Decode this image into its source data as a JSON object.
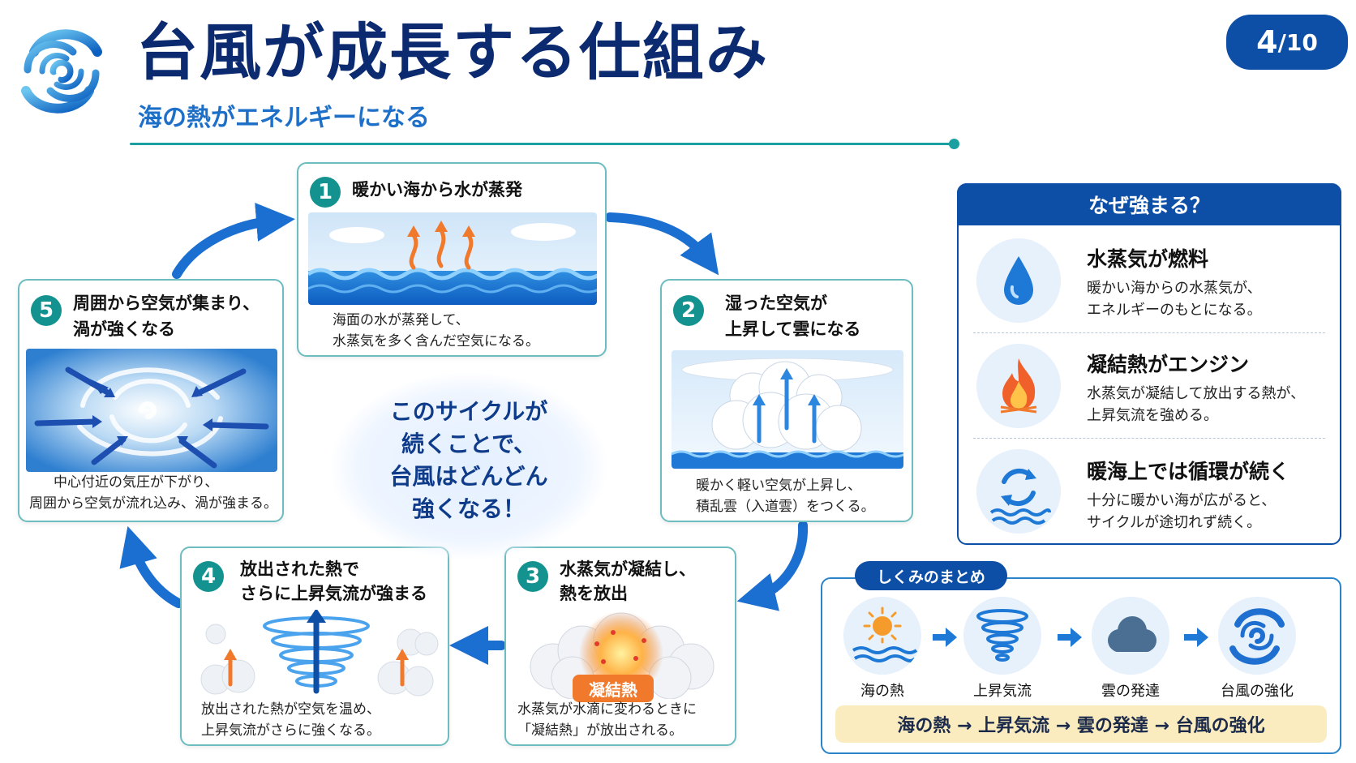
{
  "header": {
    "title": "台風が成長する仕組み",
    "subtitle": "海の熱がエネルギーになる",
    "page_current": "4",
    "page_total": "/10"
  },
  "steps": [
    {
      "number": "1",
      "title": "暖かい海から水が蒸発",
      "desc": [
        "海面の水が蒸発して、",
        "水蒸気を多く含んだ空気になる。"
      ]
    },
    {
      "number": "2",
      "title": [
        "湿った空気が",
        "上昇して雲になる"
      ],
      "desc": [
        "暖かく軽い空気が上昇し、",
        "積乱雲（入道雲）をつくる。"
      ]
    },
    {
      "number": "3",
      "title": [
        "水蒸気が凝結し、",
        "熱を放出"
      ],
      "badge": "凝結熱",
      "desc": [
        "水蒸気が水滴に変わるときに",
        "「凝結熱」が放出される。"
      ]
    },
    {
      "number": "4",
      "title": [
        "放出された熱で",
        "さらに上昇気流が強まる"
      ],
      "desc": [
        "放出された熱が空気を温め、",
        "上昇気流がさらに強くなる。"
      ]
    },
    {
      "number": "5",
      "title": [
        "周囲から空気が集まり、",
        "渦が強くなる"
      ],
      "desc": [
        "中心付近の気圧が下がり、",
        "周囲から空気が流れ込み、渦が強まる。"
      ]
    }
  ],
  "center": [
    "このサイクルが",
    "続くことで、",
    "台風はどんどん",
    "強くなる！"
  ],
  "why": {
    "heading": "なぜ強まる？",
    "items": [
      {
        "icon": "water-drop-icon",
        "title": "水蒸気が燃料",
        "desc": [
          "暖かい海からの水蒸気が、",
          "エネルギーのもとになる。"
        ]
      },
      {
        "icon": "fire-icon",
        "title": "凝結熱がエンジン",
        "desc": [
          "水蒸気が凝結して放出する熱が、",
          "上昇気流を強める。"
        ]
      },
      {
        "icon": "cycle-icon",
        "title": "暖海上では循環が続く",
        "desc": [
          "十分に暖かい海が広がると、",
          "サイクルが途切れず続く。"
        ]
      }
    ]
  },
  "summary": {
    "tag": "しくみのまとめ",
    "items": [
      {
        "icon": "sun-sea-icon",
        "label": "海の熱"
      },
      {
        "icon": "updraft-icon",
        "label": "上昇気流"
      },
      {
        "icon": "cloud-icon",
        "label": "雲の発達"
      },
      {
        "icon": "typhoon-icon",
        "label": "台風の強化"
      }
    ],
    "flow": "海の熱 → 上昇気流 → 雲の発達 → 台風の強化"
  },
  "colors": {
    "navy": "#0b2a6f",
    "brand_blue": "#0d4ea6",
    "accent_teal": "#13928f",
    "arrow_blue": "#1b6fd1",
    "heat_orange": "#f0792b"
  }
}
